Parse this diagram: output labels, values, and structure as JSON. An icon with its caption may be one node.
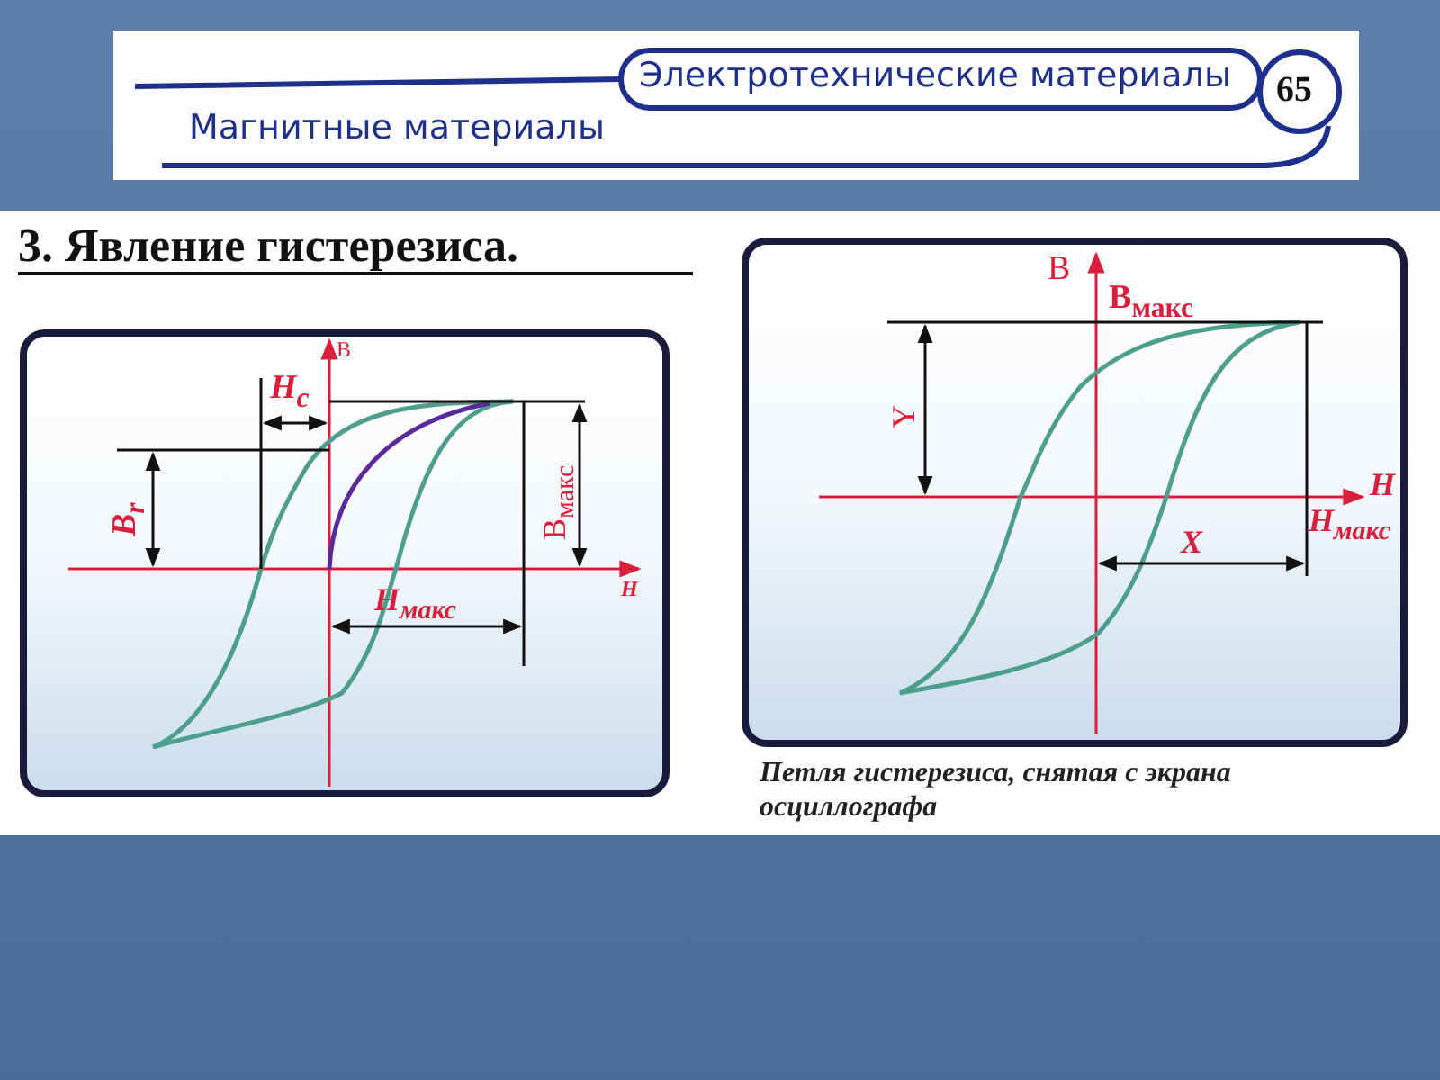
{
  "diagram": {
    "title": "3. Явление гистерезиса.",
    "caption": "Петля гистерезиса, снятая с экрана осциллографа",
    "labels": [
      "Электротехнические материалы",
      "65",
      "Магнитные материалы",
      "B",
      "H$_{c}$",
      "B$_{r}$",
      "B$_{макс}$",
      "H",
      "H$_{макс}$",
      "B",
      "B$_{макс}$",
      "Y",
      "H",
      "X",
      "H$_{макс}$"
    ]
  }
}
